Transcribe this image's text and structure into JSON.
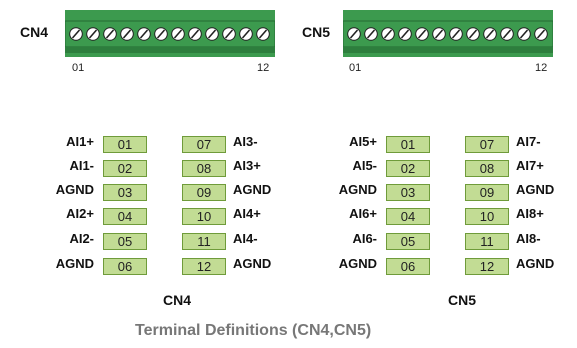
{
  "cn4": {
    "title": "CN4",
    "end_left": "01",
    "end_right": "12",
    "bottom_label": "CN4",
    "left_labels": [
      "AI1+",
      "AI1-",
      "AGND",
      "AI2+",
      "AI2-",
      "AGND"
    ],
    "left_pins": [
      "01",
      "02",
      "03",
      "04",
      "05",
      "06"
    ],
    "right_pins": [
      "07",
      "08",
      "09",
      "10",
      "11",
      "12"
    ],
    "right_labels": [
      "AI3-",
      "AI3+",
      "AGND",
      "AI4+",
      "AI4-",
      "AGND"
    ]
  },
  "cn5": {
    "title": "CN5",
    "end_left": "01",
    "end_right": "12",
    "bottom_label": "CN5",
    "left_labels": [
      "AI5+",
      "AI5-",
      "AGND",
      "AI6+",
      "AI6-",
      "AGND"
    ],
    "left_pins": [
      "01",
      "02",
      "03",
      "04",
      "05",
      "06"
    ],
    "right_pins": [
      "07",
      "08",
      "09",
      "10",
      "11",
      "12"
    ],
    "right_labels": [
      "AI7-",
      "AI7+",
      "AGND",
      "AI8+",
      "AI8-",
      "AGND"
    ]
  },
  "caption": "Terminal Definitions (CN4,CN5)",
  "colors": {
    "terminal_body": "#3c9a4e",
    "terminal_dark": "#236b33",
    "pin_box_fill": "#c2dc94",
    "pin_box_border": "#6f9b3a",
    "caption": "#777777"
  }
}
